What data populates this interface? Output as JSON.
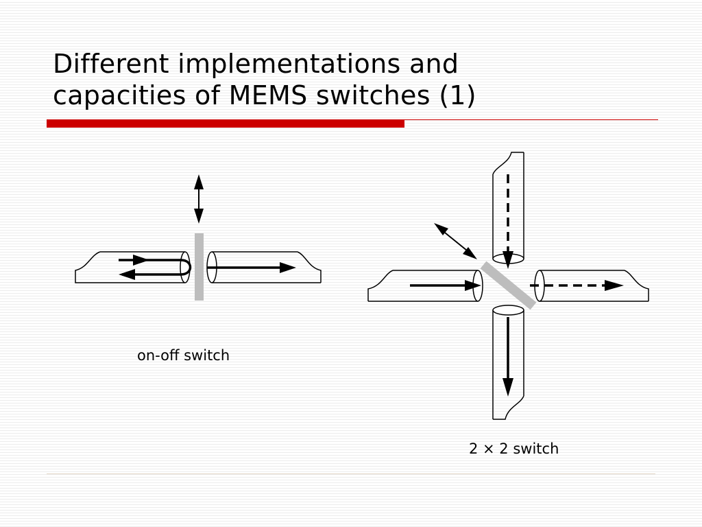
{
  "title": {
    "line1": "Different implementations and",
    "line2": "capacities of MEMS switches (1)"
  },
  "captions": {
    "on_off": "on-off switch",
    "two_by_two": "2 × 2 switch"
  },
  "colors": {
    "accent": "#cc0000",
    "mirror": "#bdbdbd",
    "footer_rule": "#e3d6c6"
  }
}
